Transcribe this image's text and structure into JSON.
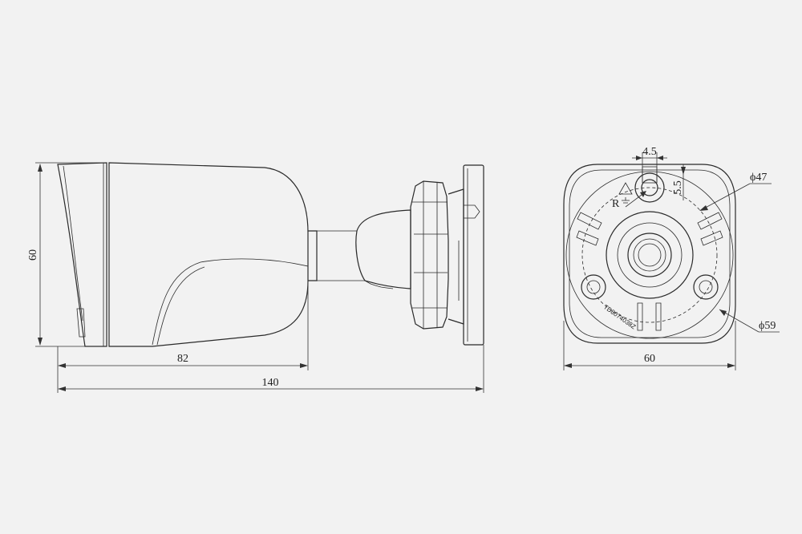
{
  "side_view": {
    "height_label": "60",
    "body_length_label": "82",
    "total_length_label": "140"
  },
  "front_view": {
    "slot_width_label": "4.5",
    "slot_offset_label": "5.5",
    "radius_label": "R",
    "inner_diameter_label": "ϕ47",
    "outer_diameter_label": "ϕ59",
    "width_label": "60",
    "part_code": "TD8074038Z"
  },
  "colors": {
    "background": "#f2f2f2",
    "line": "#2a2a2a"
  }
}
